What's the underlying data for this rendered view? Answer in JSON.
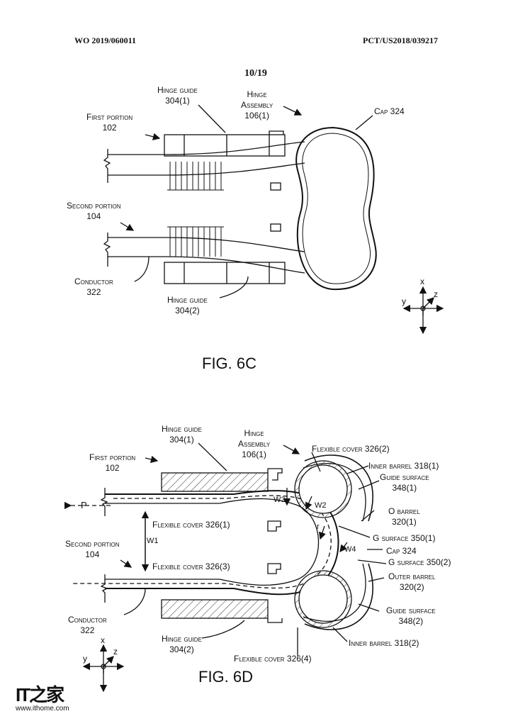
{
  "header": {
    "pub_number": "WO 2019/060011",
    "app_number": "PCT/US2018/039217",
    "sheet": "10/19"
  },
  "fig6c": {
    "caption": "FIG. 6C",
    "labels": {
      "hinge_guide_top_1": "Hinge guide",
      "hinge_guide_top_2": "304(1)",
      "hinge_assembly_1": "Hinge",
      "hinge_assembly_2": "Assembly",
      "hinge_assembly_3": "106(1)",
      "cap": "Cap 324",
      "first_portion_1": "First portion",
      "first_portion_2": "102",
      "second_portion_1": "Second portion",
      "second_portion_2": "104",
      "conductor_1": "Conductor",
      "conductor_2": "322",
      "hinge_guide_bottom_1": "Hinge guide",
      "hinge_guide_bottom_2": "304(2)"
    },
    "axes": {
      "x": "x",
      "y": "y",
      "z": "z"
    }
  },
  "fig6d": {
    "caption": "FIG. 6D",
    "labels": {
      "hinge_guide_top_1": "Hinge guide",
      "hinge_guide_top_2": "304(1)",
      "hinge_assembly_1": "Hinge",
      "hinge_assembly_2": "Assembly",
      "hinge_assembly_3": "106(1)",
      "flex_cover_2": "Flexible cover 326(2)",
      "first_portion_1": "First portion",
      "first_portion_2": "102",
      "inner_barrel_1": "Inner barrel 318(1)",
      "guide_surface_1a": "Guide surface",
      "guide_surface_1b": "348(1)",
      "p_label": "P",
      "w3": "W3",
      "w2": "W2",
      "o_barrel_1": "O barrel",
      "o_barrel_2": "320(1)",
      "flex_cover_1": "Flexible cover 326(1)",
      "r_label": "r",
      "g_surface_1": "G surface 350(1)",
      "second_portion_1": "Second portion",
      "second_portion_2": "104",
      "w1": "W1",
      "w4": "W4",
      "cap": "Cap 324",
      "g_surface_2": "G surface 350(2)",
      "flex_cover_3": "Flexible cover 326(3)",
      "outer_barrel_1": "Outer barrel",
      "outer_barrel_2": "320(2)",
      "conductor_1": "Conductor",
      "conductor_2": "322",
      "guide_surface_2a": "Guide surface",
      "guide_surface_2b": "348(2)",
      "hinge_guide_bottom_1": "Hinge guide",
      "hinge_guide_bottom_2": "304(2)",
      "inner_barrel_2": "Inner barrel 318(2)",
      "flex_cover_4": "Flexible cover 326(4)"
    },
    "axes": {
      "x": "x",
      "y": "y",
      "z": "z"
    }
  },
  "watermark": {
    "logo_text": "IT之家",
    "url": "www.ithome.com"
  }
}
